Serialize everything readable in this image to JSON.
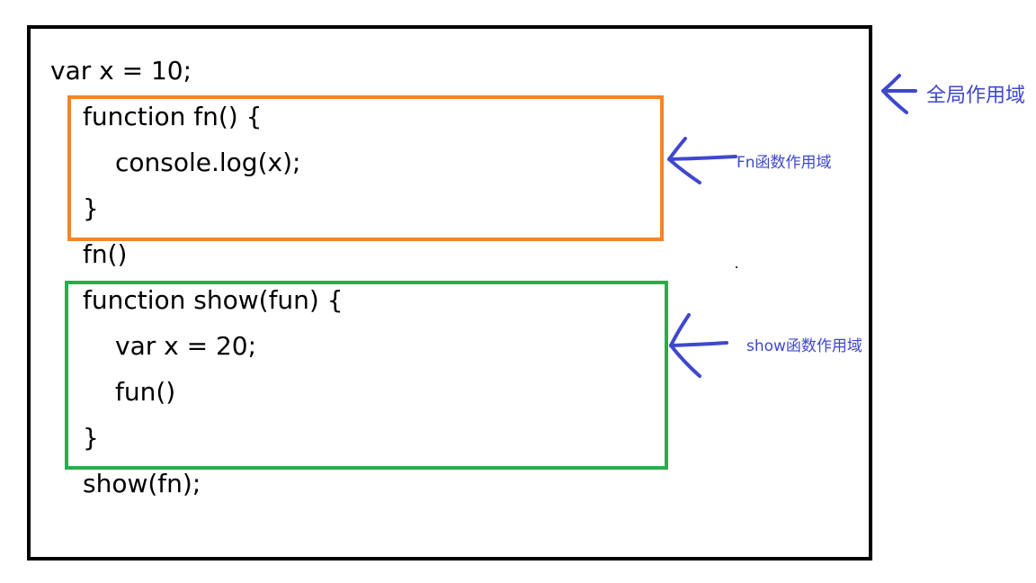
{
  "code_lines": [
    "var x = 10;",
    "function fn() {",
    "console.log(x);",
    "}",
    "fn()",
    "function show(fun) {",
    "var x = 20;",
    "fun()",
    "}",
    "show(fn);"
  ],
  "scopes": {
    "global": {
      "label": "全局作用域",
      "color": "#000000"
    },
    "fn": {
      "label": "Fn函数作用域",
      "color": "#f0852d"
    },
    "show": {
      "label": "show函数作用域",
      "color": "#22b14c"
    }
  },
  "annotation_color": "#3f48cc"
}
